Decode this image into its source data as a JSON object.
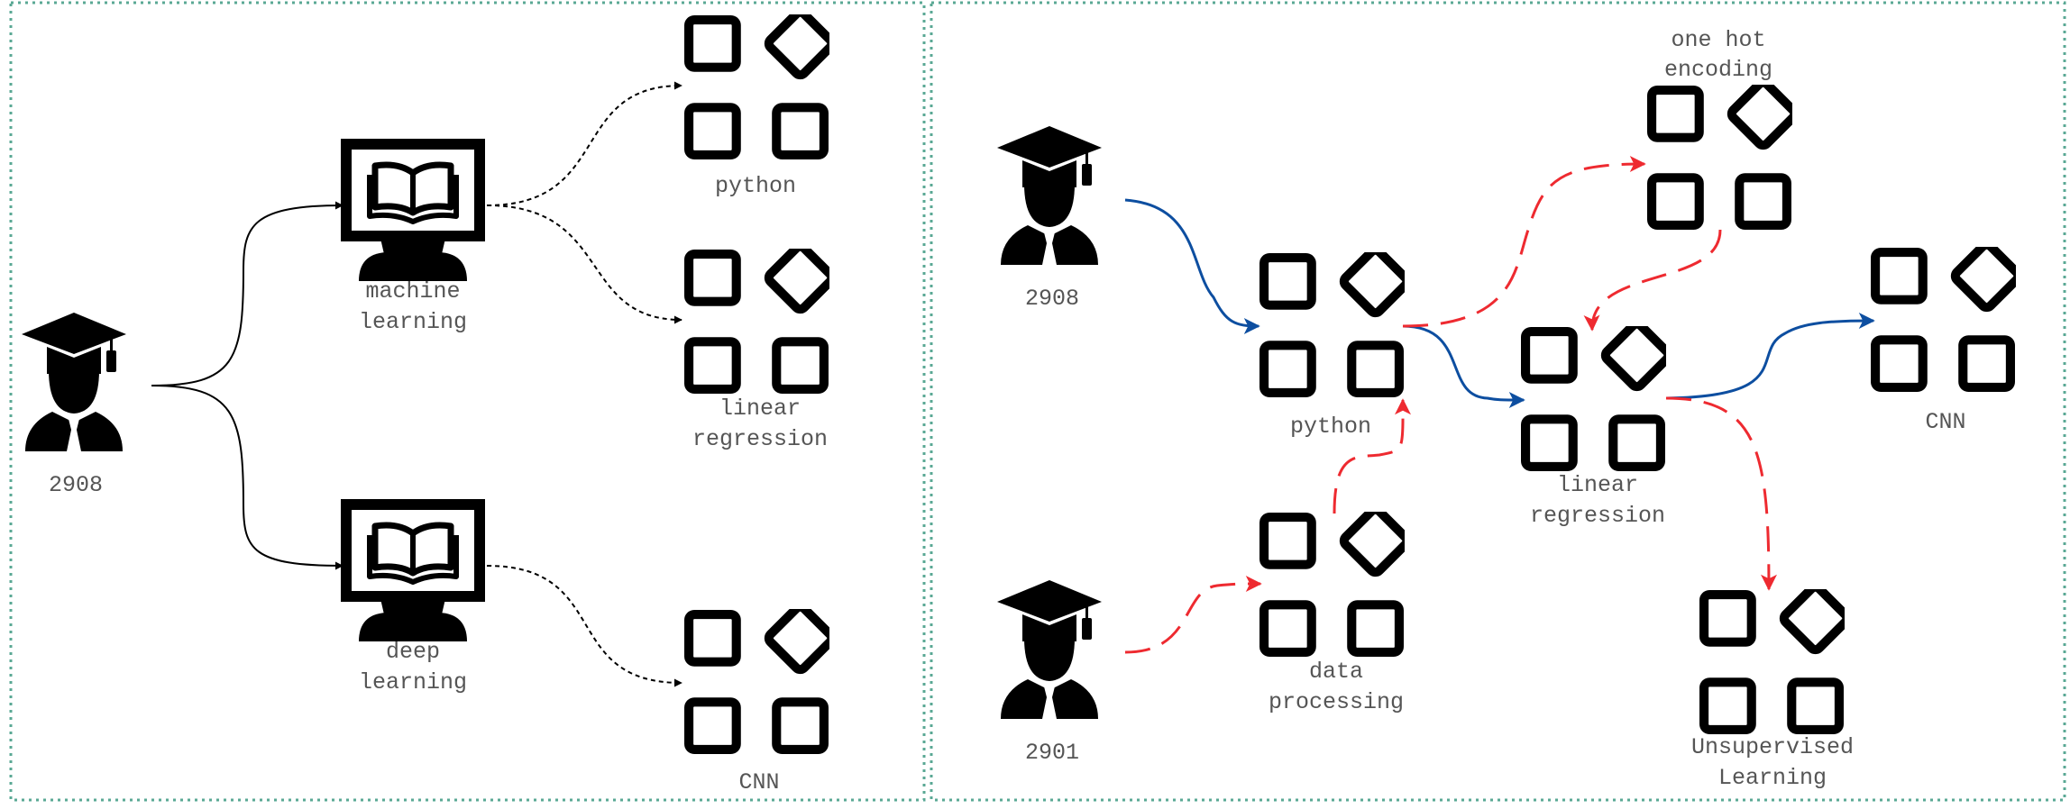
{
  "colors": {
    "panel_border": "#5aa894",
    "icon": "#000000",
    "label": "#555555",
    "blue_edge": "#0d4ea0",
    "red_edge": "#ee2a30",
    "black_edge": "#000000"
  },
  "left_panel": {
    "student": {
      "icon": "graduate-icon",
      "label": "2908"
    },
    "topics": [
      {
        "icon": "monitor-book-icon",
        "label_lines": [
          "machine",
          "learning"
        ]
      },
      {
        "icon": "monitor-book-icon",
        "label_lines": [
          "deep",
          "learning"
        ]
      }
    ],
    "concepts": [
      {
        "icon": "blocks-icon",
        "label_lines": [
          "python"
        ]
      },
      {
        "icon": "blocks-icon",
        "label_lines": [
          "linear",
          "regression"
        ]
      },
      {
        "icon": "blocks-icon",
        "label_lines": [
          "CNN"
        ]
      }
    ]
  },
  "right_panel": {
    "students": [
      {
        "icon": "graduate-icon",
        "label": "2908"
      },
      {
        "icon": "graduate-icon",
        "label": "2901"
      }
    ],
    "concepts": [
      {
        "icon": "blocks-icon",
        "label_lines": [
          "python"
        ]
      },
      {
        "icon": "blocks-icon",
        "label_lines": [
          "linear",
          "regression"
        ]
      },
      {
        "icon": "blocks-icon",
        "label_lines": [
          "one hot",
          "encoding"
        ]
      },
      {
        "icon": "blocks-icon",
        "label_lines": [
          "CNN"
        ]
      },
      {
        "icon": "blocks-icon",
        "label_lines": [
          "data",
          "processing"
        ]
      },
      {
        "icon": "blocks-icon",
        "label_lines": [
          "Unsupervised",
          "Learning"
        ]
      }
    ]
  }
}
